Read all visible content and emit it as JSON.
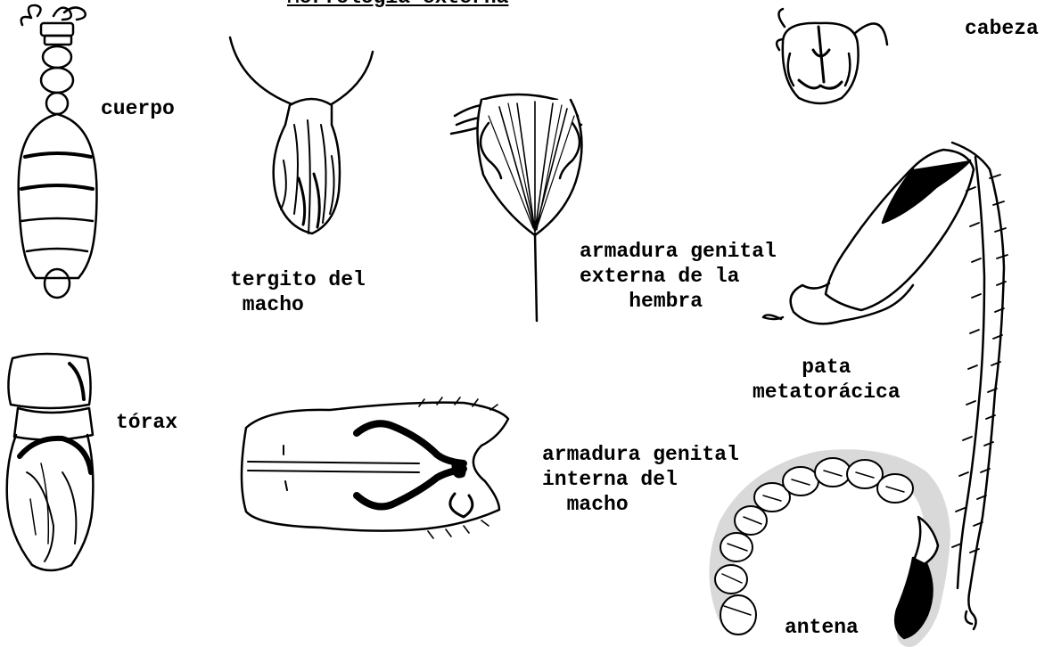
{
  "plate": {
    "title": "Morfología externa",
    "labels": {
      "cuerpo": "cuerpo",
      "tergito": "tergito del\n macho",
      "armadura_externa": "armadura genital\nexterna de la\n    hembra",
      "cabeza": "cabeza",
      "pata": "    pata\nmetatorácica",
      "torax": "tórax",
      "armadura_interna": "armadura genital\ninterna del\n  macho",
      "antena": "antena"
    }
  }
}
